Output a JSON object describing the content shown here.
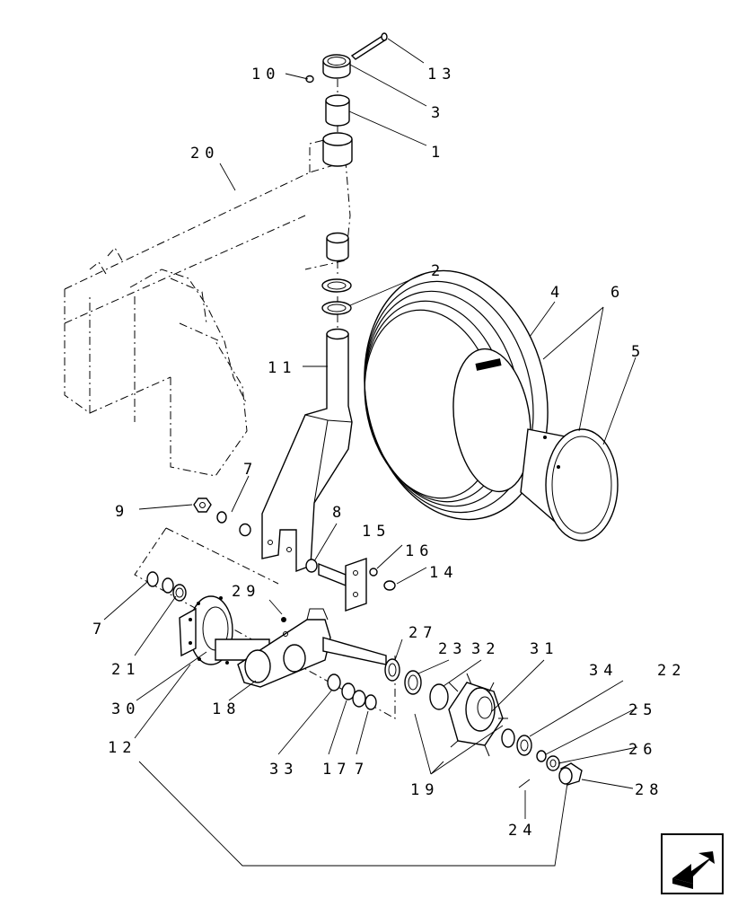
{
  "diagram": {
    "callouts": [
      {
        "id": "c1",
        "label": "1"
      },
      {
        "id": "c2",
        "label": "2"
      },
      {
        "id": "c3",
        "label": "3"
      },
      {
        "id": "c4",
        "label": "4"
      },
      {
        "id": "c5",
        "label": "5"
      },
      {
        "id": "c6",
        "label": "6"
      },
      {
        "id": "c7a",
        "label": "7"
      },
      {
        "id": "c7b",
        "label": "7"
      },
      {
        "id": "c7c",
        "label": "7"
      },
      {
        "id": "c8",
        "label": "8"
      },
      {
        "id": "c9",
        "label": "9"
      },
      {
        "id": "c10",
        "label": "10"
      },
      {
        "id": "c11",
        "label": "11"
      },
      {
        "id": "c12",
        "label": "12"
      },
      {
        "id": "c13",
        "label": "13"
      },
      {
        "id": "c14",
        "label": "14"
      },
      {
        "id": "c15",
        "label": "15"
      },
      {
        "id": "c16",
        "label": "16"
      },
      {
        "id": "c17",
        "label": "17"
      },
      {
        "id": "c18",
        "label": "18"
      },
      {
        "id": "c19",
        "label": "19"
      },
      {
        "id": "c20",
        "label": "20"
      },
      {
        "id": "c21",
        "label": "21"
      },
      {
        "id": "c22",
        "label": "22"
      },
      {
        "id": "c23",
        "label": "23"
      },
      {
        "id": "c24",
        "label": "24"
      },
      {
        "id": "c25",
        "label": "25"
      },
      {
        "id": "c26",
        "label": "26"
      },
      {
        "id": "c27",
        "label": "27"
      },
      {
        "id": "c28",
        "label": "28"
      },
      {
        "id": "c29",
        "label": "29"
      },
      {
        "id": "c30",
        "label": "30"
      },
      {
        "id": "c31",
        "label": "31"
      },
      {
        "id": "c32",
        "label": "32"
      },
      {
        "id": "c33",
        "label": "33"
      },
      {
        "id": "c34",
        "label": "34"
      }
    ],
    "nav_icon": "next-page-arrow-icon"
  }
}
